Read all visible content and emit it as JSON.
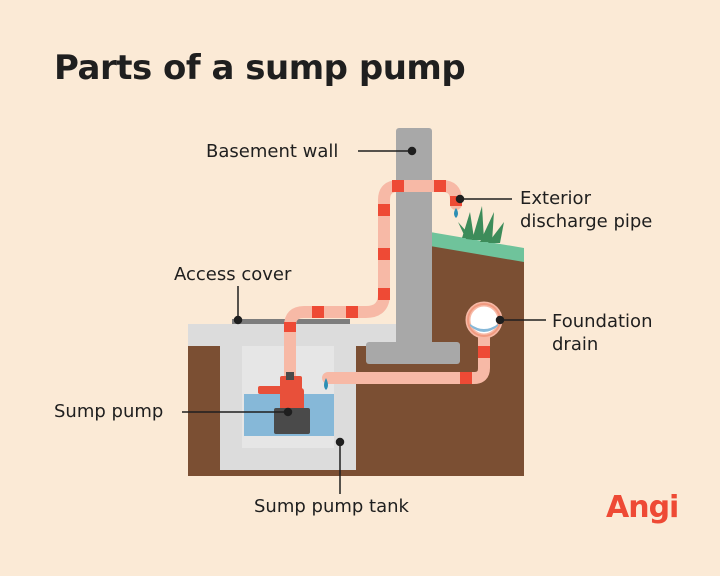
{
  "title": "Parts of a sump pump",
  "labels": {
    "basement_wall": "Basement wall",
    "exterior_discharge_pipe_line1": "Exterior",
    "exterior_discharge_pipe_line2": "discharge pipe",
    "access_cover": "Access cover",
    "foundation_drain_line1": "Foundation",
    "foundation_drain_line2": "drain",
    "sump_pump": "Sump pump",
    "sump_pump_tank": "Sump pump tank"
  },
  "logo": "Angi",
  "colors": {
    "background": "#fbead6",
    "soil": "#7b4f33",
    "concrete": "#dcdcdc",
    "wall": "#a8a8a8",
    "water": "#86b8d8",
    "pipe": "#f7b9a6",
    "pipe_joint": "#ee4a35",
    "pump": "#e8503a",
    "grass": "#3d8c5a",
    "turf_strip": "#6fc39b",
    "brand": "#ee4a35"
  }
}
